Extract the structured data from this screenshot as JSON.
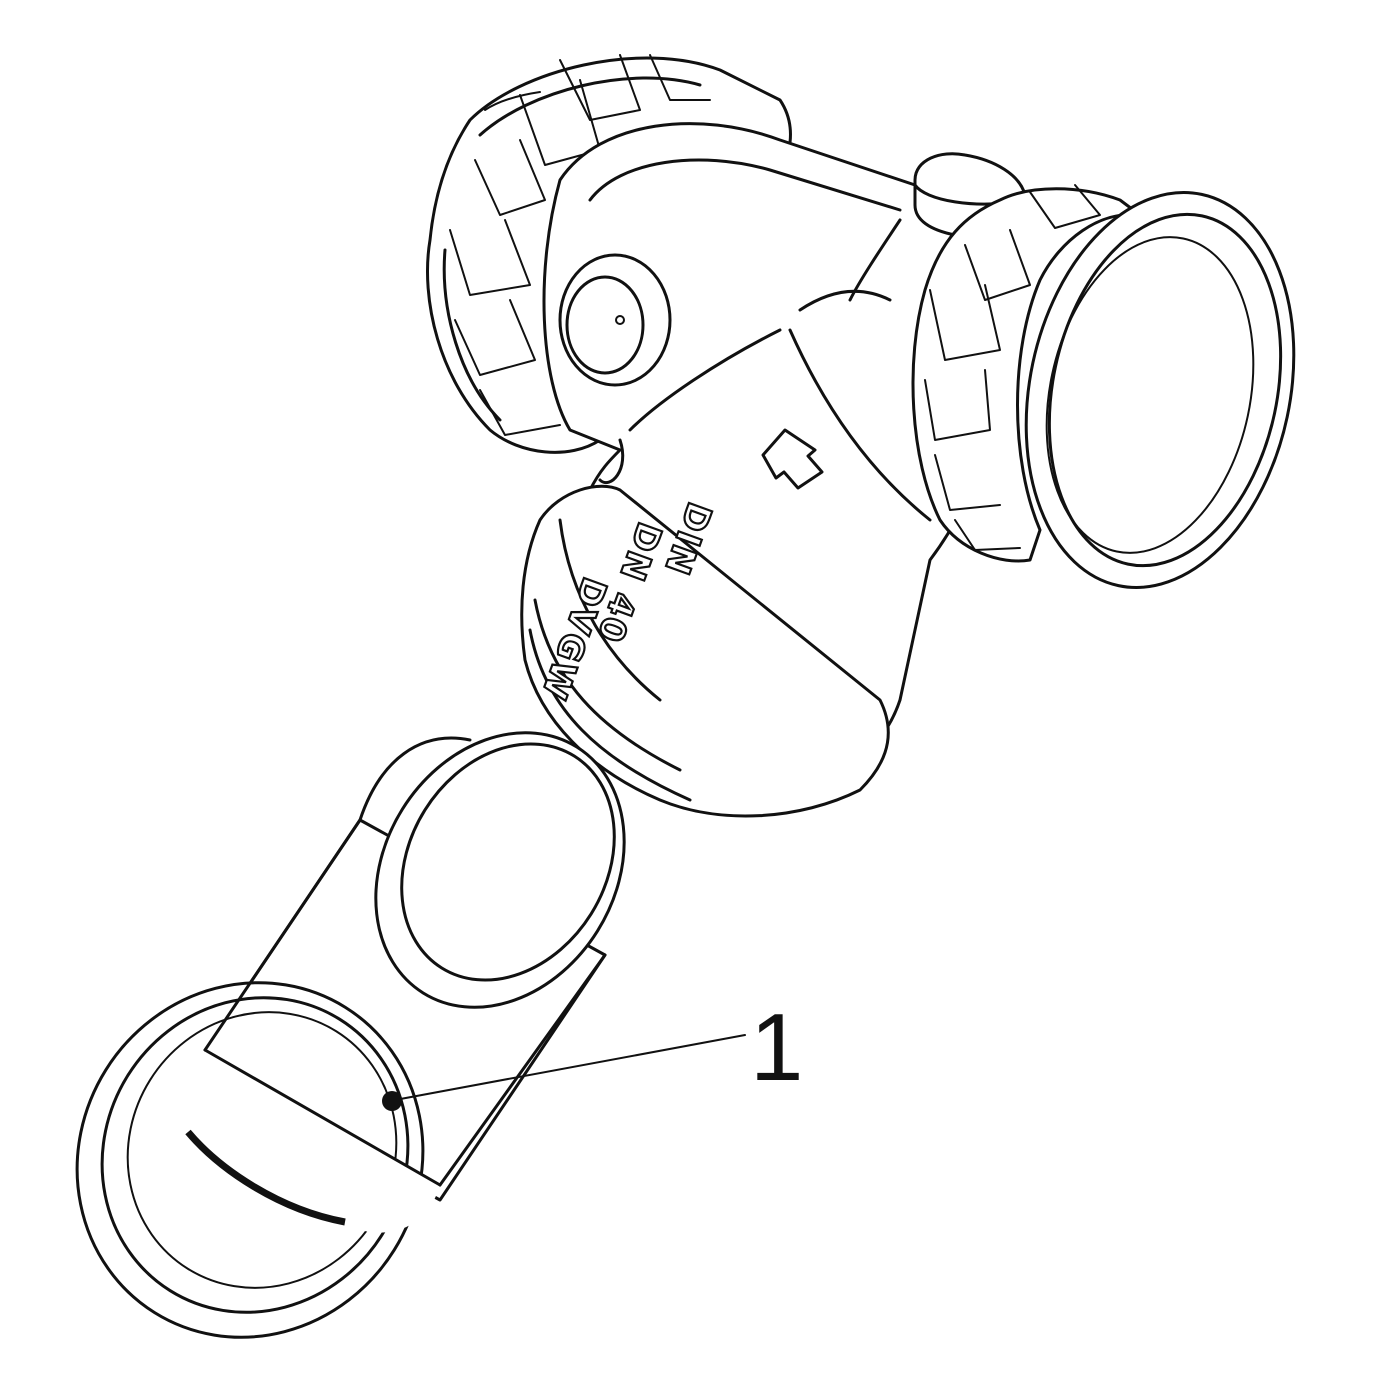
{
  "housing_markings": {
    "brand": "DVGW",
    "nominal_size": "DN 40",
    "standard": "DIN"
  },
  "callouts": [
    {
      "label": "1",
      "part": "strainer-insert"
    }
  ],
  "colors": {
    "line": "#111111",
    "background": "#ffffff"
  }
}
